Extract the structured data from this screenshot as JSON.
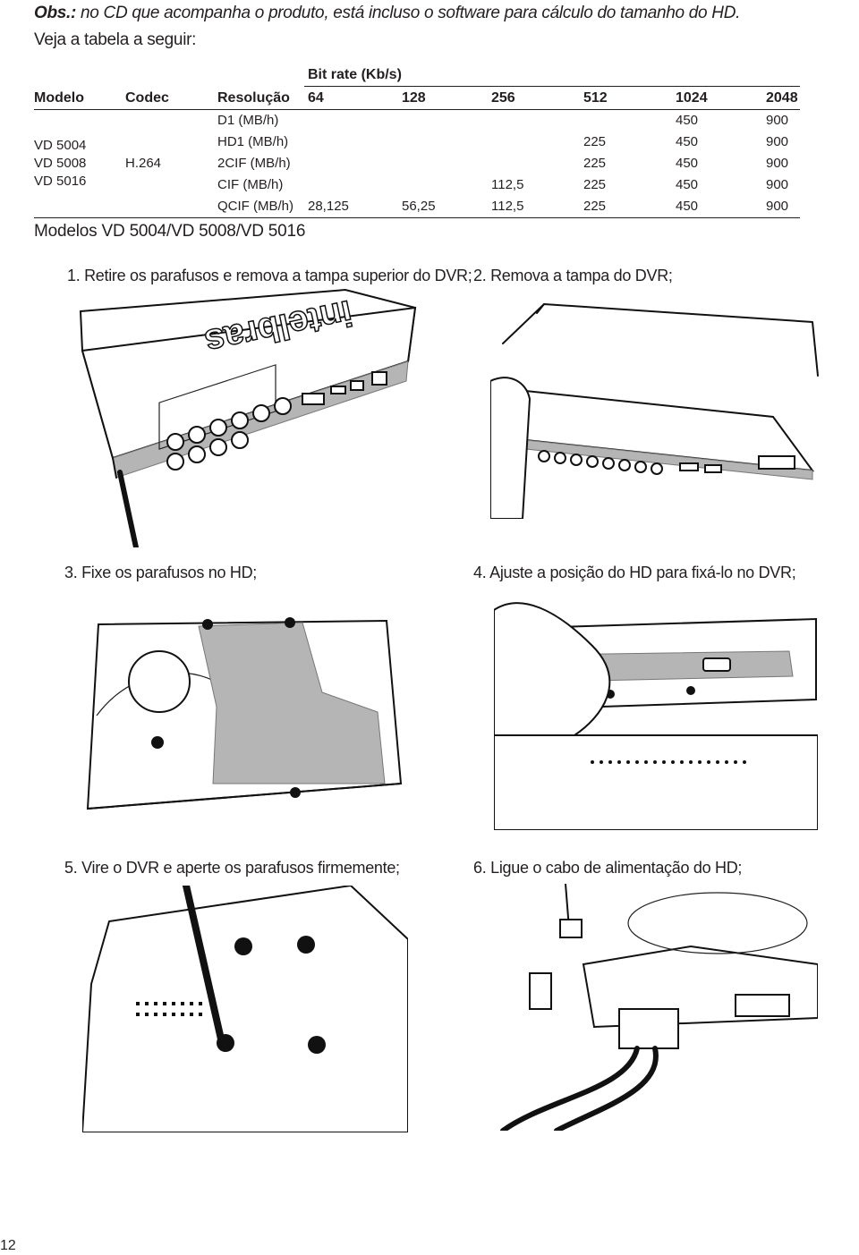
{
  "obs": {
    "label": "Obs.:",
    "text": " no CD que acompanha o produto, está incluso o software para cálculo do tamanho do HD."
  },
  "intro": "Veja a tabela a seguir:",
  "table": {
    "group_header": "Bit rate (Kb/s)",
    "headers": [
      "Modelo",
      "Codec",
      "Resolução",
      "64",
      "128",
      "256",
      "512",
      "1024",
      "2048"
    ],
    "models": [
      "VD 5004",
      "VD 5008",
      "VD 5016"
    ],
    "codec": "H.264",
    "rows": [
      {
        "res": "D1 (MB/h)",
        "v64": "",
        "v128": "",
        "v256": "",
        "v512": "",
        "v1024": "450",
        "v2048": "900"
      },
      {
        "res": "HD1 (MB/h)",
        "v64": "",
        "v128": "",
        "v256": "",
        "v512": "225",
        "v1024": "450",
        "v2048": "900"
      },
      {
        "res": "2CIF (MB/h)",
        "v64": "",
        "v128": "",
        "v256": "",
        "v512": "225",
        "v1024": "450",
        "v2048": "900"
      },
      {
        "res": "CIF (MB/h)",
        "v64": "",
        "v128": "",
        "v256": "112,5",
        "v512": "225",
        "v1024": "450",
        "v2048": "900"
      },
      {
        "res": "QCIF (MB/h)",
        "v64": "28,125",
        "v128": "56,25",
        "v256": "112,5",
        "v512": "225",
        "v1024": "450",
        "v2048": "900"
      }
    ]
  },
  "section_title": "Modelos VD 5004/VD 5008/VD 5016",
  "steps": [
    "1. Retire os parafusos e remova a tampa superior do DVR;",
    "2. Remova a tampa do DVR;",
    "3. Fixe os parafusos no HD;",
    "4. Ajuste a posição do HD para fixá-lo no DVR;",
    "5. Vire o DVR e aperte os parafusos firmemente;",
    "6. Ligue o cabo de alimentação do HD;"
  ],
  "figure1_logo": "intelbras",
  "page_number": "12"
}
